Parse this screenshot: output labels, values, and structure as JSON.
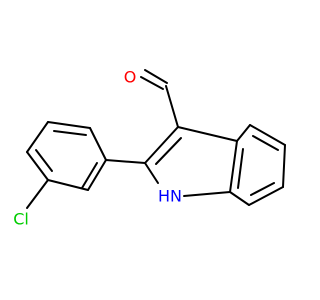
{
  "molecule": {
    "atoms": {
      "oxygen": {
        "label": "O",
        "color": "#ff0000"
      },
      "nitrogen": {
        "label": "HN",
        "color": "#0000ff"
      },
      "chlorine": {
        "label": "Cl",
        "color": "#00cc00"
      }
    },
    "bond_color": "#000000"
  }
}
